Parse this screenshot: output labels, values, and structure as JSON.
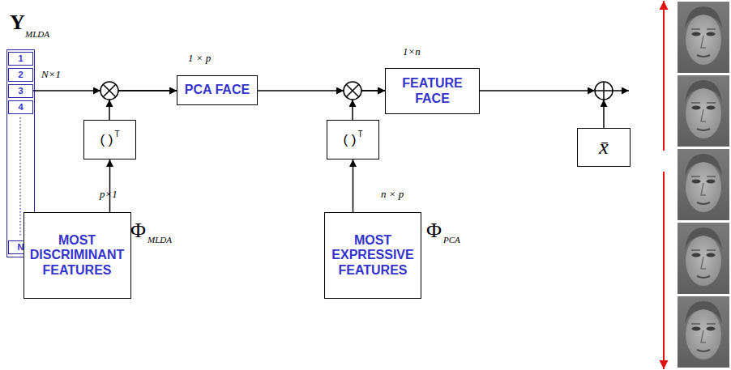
{
  "diagram": {
    "nodes": [
      {
        "text": [
          "1"
        ]
      },
      {
        "text": [
          "2"
        ]
      },
      {
        "text": [
          "3"
        ]
      },
      {
        "text": [
          "4"
        ]
      },
      {
        "text": [
          "N"
        ]
      },
      {
        "text": [
          "( )",
          "T"
        ]
      },
      {
        "text": [
          "PCA FACE"
        ]
      },
      {
        "text": [
          "( )",
          "T"
        ]
      },
      {
        "text": [
          "FEATURE FACE"
        ]
      },
      {
        "text": [
          "x̄"
        ]
      },
      {
        "text": [
          "MOST DISCRIMINANT FEATURES"
        ]
      },
      {
        "text": [
          "MOST EXPRESSIVE FEATURES"
        ]
      }
    ],
    "edges": [
      {
        "from": 10,
        "to": 5,
        "arrow": "to"
      },
      {
        "from": 5,
        "to": 6,
        "arrow": "to"
      },
      {
        "from": 2,
        "to": 6,
        "arrow": "to"
      },
      {
        "from": 11,
        "to": 7,
        "arrow": "to"
      },
      {
        "from": 7,
        "to": 8,
        "arrow": "to"
      },
      {
        "from": 6,
        "to": 8,
        "arrow": "to"
      }
    ],
    "labels": [
      "Y",
      "MLDA",
      "N×1",
      "1 × p",
      "1×n",
      "p×1",
      "Φ",
      "MLDA",
      "n × p",
      "Φ",
      "PCA"
    ]
  }
}
